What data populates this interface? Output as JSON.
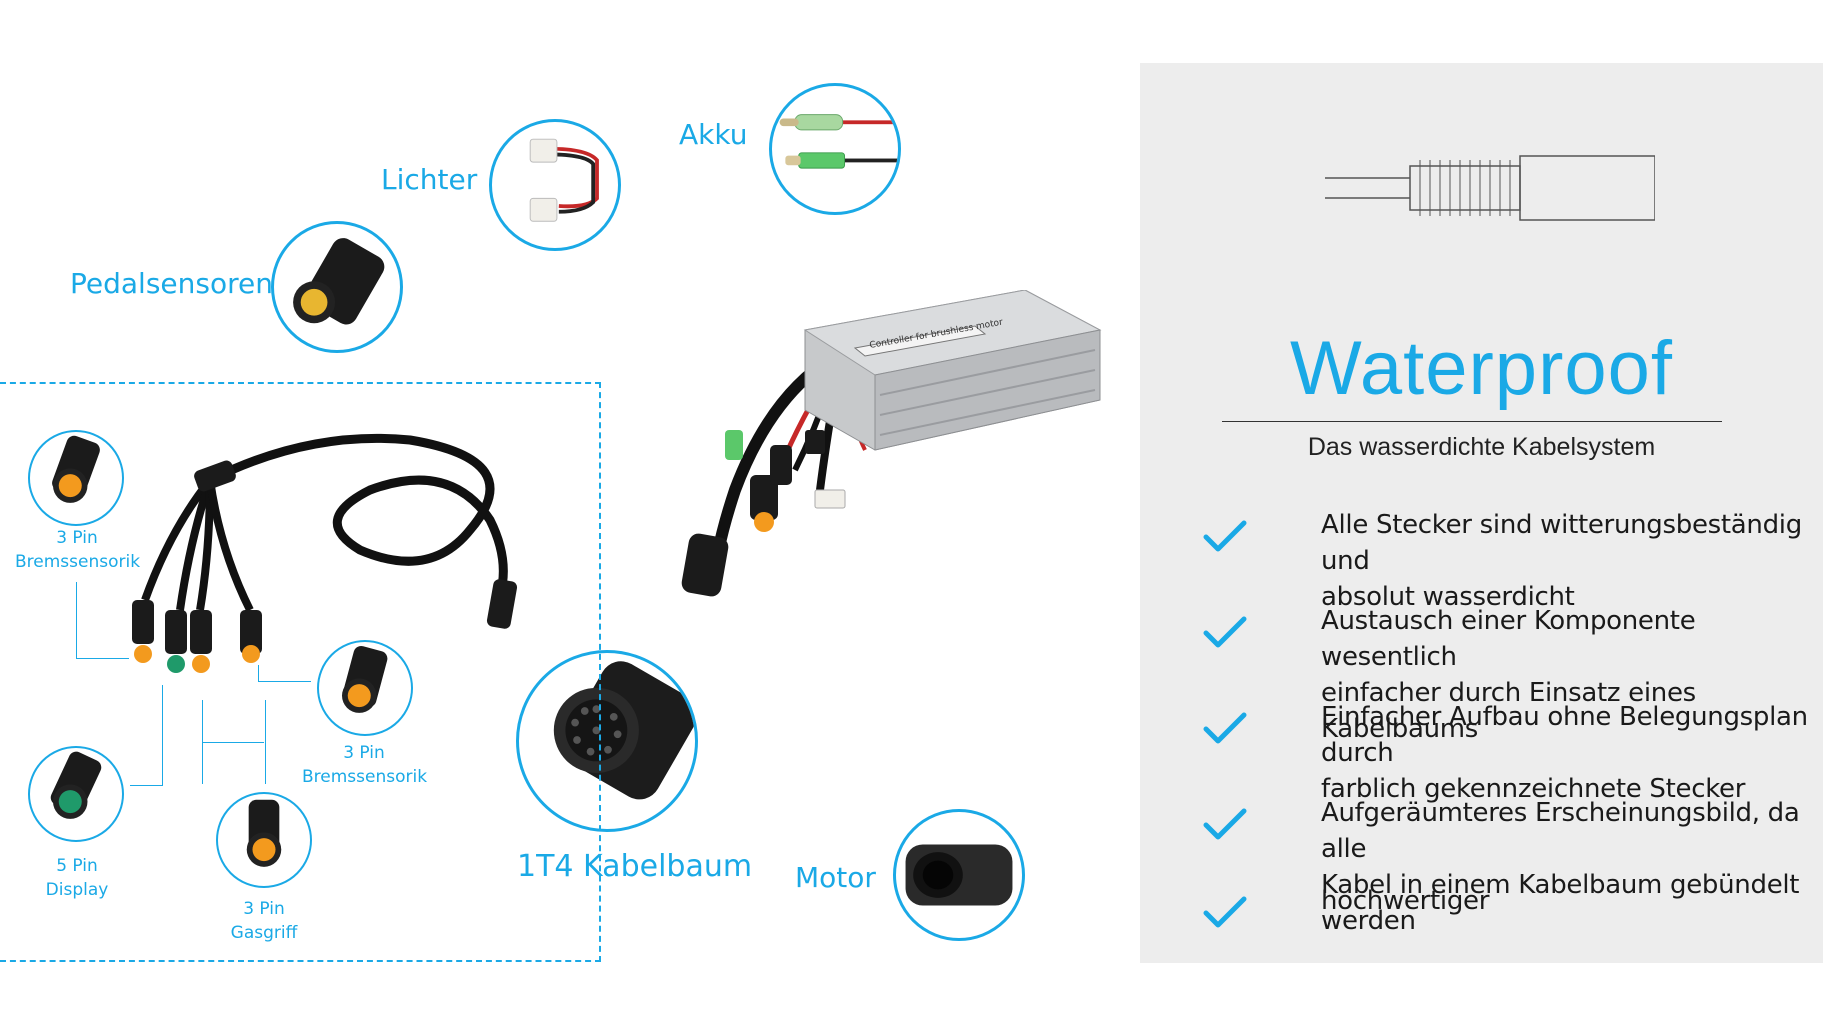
{
  "connectors": {
    "akku": "Akku",
    "lichter": "Lichter",
    "pedalsensoren": "Pedalsensoren",
    "motor": "Motor",
    "kabelbaum": "1T4 Kabelbaum"
  },
  "harness": {
    "brake_top": {
      "pins": "3 Pin",
      "name": "Bremssensorik"
    },
    "brake_right": {
      "pins": "3 Pin",
      "name": "Bremssensorik"
    },
    "display": {
      "pins": "5 Pin",
      "name": "Display"
    },
    "throttle": {
      "pins": "3 Pin",
      "name": "Gasgriff"
    }
  },
  "controller_label": "Controller for brushless motor",
  "panel": {
    "title": "Waterproof",
    "subtitle": "Das wasserdichte Kabelsystem",
    "features": [
      {
        "line1": "Alle Stecker sind witterungsbeständig und",
        "line2": "absolut wasserdicht"
      },
      {
        "line1": "Austausch einer Komponente wesentlich",
        "line2": "einfacher durch Einsatz eines Kabelbaums"
      },
      {
        "line1": "Einfacher Aufbau ohne Belegungsplan durch",
        "line2": "farblich gekennzeichnete Stecker"
      },
      {
        "line1": "Aufgeräumteres Erscheinungsbild, da alle",
        "line2": "Kabel in einem Kabelbaum gebündelt werden"
      },
      {
        "line1": "hochwertiger",
        "line2": ""
      }
    ]
  },
  "colors": {
    "accent": "#1aa9e6",
    "panel_bg": "#ededed",
    "connector_orange": "#f39a1e",
    "connector_green": "#1f9a6a"
  },
  "icons": {
    "check": "checkmark-icon",
    "connector_drawing": "waterproof-connector-icon"
  }
}
